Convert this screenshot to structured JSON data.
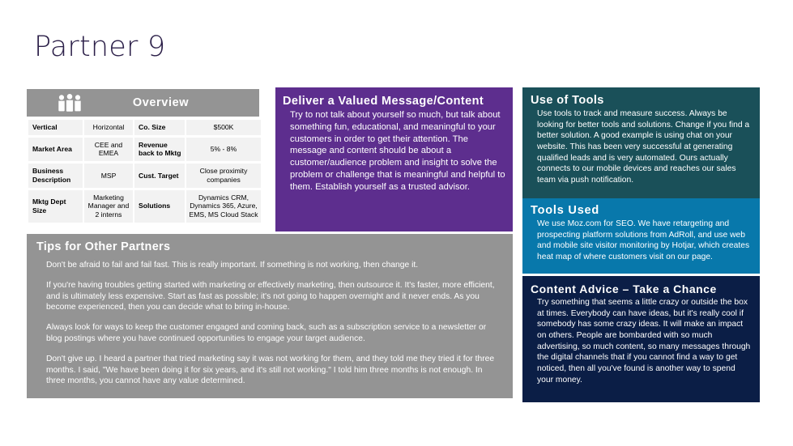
{
  "slide": {
    "title": "Partner 9"
  },
  "overview": {
    "icon": "people-group-icon",
    "header_title": "Overview",
    "header_bg": "#949494",
    "rows": [
      {
        "label_left": "Vertical",
        "value_left": "Horizontal",
        "label_right": "Co. Size",
        "value_right": "$500K"
      },
      {
        "label_left": "Market Area",
        "value_left": "CEE and EMEA",
        "label_right": "Revenue back to Mktg",
        "value_right": "5% - 8%"
      },
      {
        "label_left": "Business Description",
        "value_left": "MSP",
        "label_right": "Cust. Target",
        "value_right": "Close proximity companies"
      },
      {
        "label_left": "Mktg Dept Size",
        "value_left": "Marketing Manager and 2 interns",
        "label_right": "Solutions",
        "value_right": "Dynamics CRM, Dynamics 365, Azure, EMS, MS Cloud Stack"
      }
    ]
  },
  "panels": {
    "message": {
      "title": "Deliver a Valued Message/Content",
      "body": "Try to not talk about yourself so much, but talk about something fun, educational, and meaningful to your customers in order to get their attention.  The message and content should be about a customer/audience problem and insight to solve the problem or challenge that is meaningful and helpful to them. Establish yourself as a trusted advisor.",
      "color": "#5D2E8E"
    },
    "use_of_tools": {
      "title": "Use of Tools",
      "body": "Use tools to track and measure success.  Always be looking for better tools and solutions.  Change if you find a better solution. A good example is using chat on your website.  This has been very successful at generating qualified leads and is very automated.  Ours actually connects to our mobile devices and reaches our sales team via push notification.",
      "color": "#1A5059"
    },
    "tools_used": {
      "title": "Tools Used",
      "body": "We use Moz.com for SEO.  We have retargeting and prospecting platform solutions from AdRoll, and use web and mobile site visitor monitoring by Hotjar, which creates heat map of where customers visit on our page.",
      "color": "#0878AB"
    },
    "content_advice": {
      "title": "Content Advice – Take a Chance",
      "body": "Try something that seems a little crazy or outside the box at times.  Everybody can have ideas, but it's really cool if somebody has some crazy ideas.  It will make an impact on others.  People are bombarded with so much advertising, so much content, so many messages through the digital channels that if you cannot find a way to get noticed, then all you've found is another way to spend your money.",
      "color": "#0B1E46"
    },
    "tips": {
      "title": "Tips for Other Partners",
      "color": "#949494",
      "paragraphs": [
        "Don't be afraid to fail and fail fast.  This is really important.  If something is not working, then change it.",
        "If you're having troubles getting started with marketing or effectively marketing, then outsource it.  It's faster, more efficient, and is ultimately less expensive.  Start as fast as possible; it's not going to happen overnight and it never ends.  As you become experienced, then you can decide what to bring in-house.",
        "Always look for ways to keep the customer engaged and coming back, such as a subscription service to a newsletter or blog postings where you have continued opportunities to engage your target audience.",
        "Don't give up.  I heard a partner that tried marketing say it was not working for them, and they told me they tried it for three months.  I said, \"We have been doing it for six years, and it's still not working.\"  I told him three months is not enough.  In three months, you cannot have any value determined."
      ]
    }
  }
}
